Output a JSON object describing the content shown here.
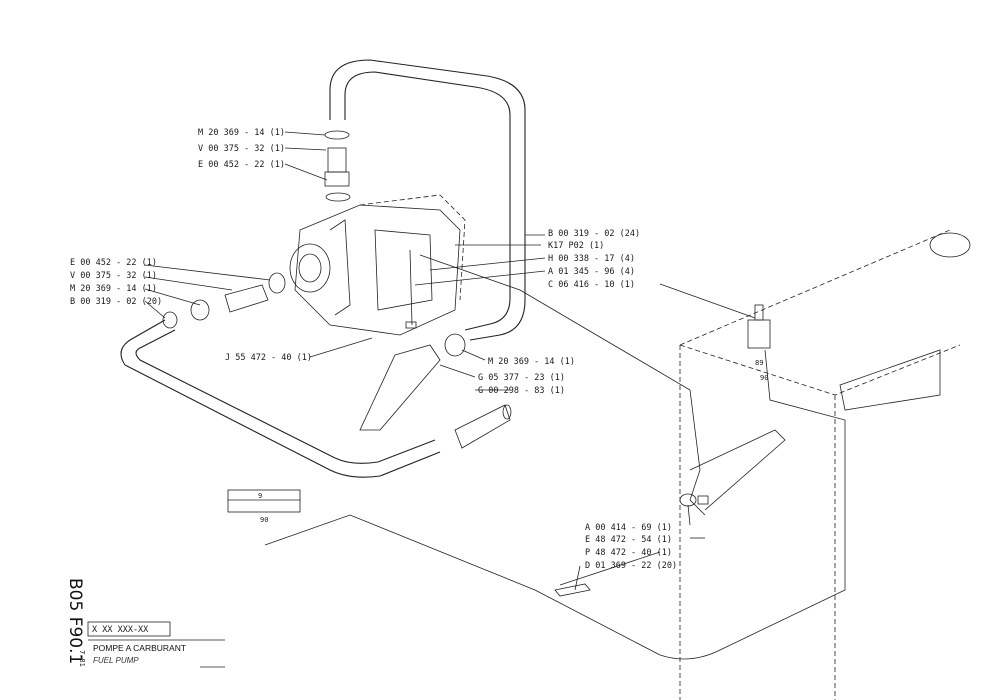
{
  "labels_left_top": [
    "M 20 369 - 14 (1)",
    "V 00 375 - 32 (1)",
    "E 00 452 - 22 (1)"
  ],
  "labels_left_mid": [
    "E 00 452 - 22 (1)",
    "V 00 375 - 32 (1)",
    "M 20 369 - 14 (1)",
    "B 00 319 - 02 (20)"
  ],
  "label_j": "J 55 472 - 40 (1)",
  "labels_right": [
    "B 00 319 - 02 (24)",
    "K17   P02 (1)",
    "H 00 338 - 17 (4)",
    "A 01 345 - 96 (4)",
    "C 06 416 - 10 (1)"
  ],
  "labels_right_mid": [
    "M 20 369 - 14 (1)",
    "G 05 377 - 23 (1)",
    "G 00 298 - 83 (1)"
  ],
  "labels_bottom": [
    "A 00 414 - 69 (1)",
    "E 48 472 - 54 (1)",
    "P 48 472 - 40 (1)",
    "D 01 369 - 22 (20)"
  ],
  "small_box": {
    "top": "9",
    "bottom": "90"
  },
  "switch_labels": [
    "89",
    "90"
  ],
  "doc_code": "B05 F90.1",
  "part_number_box": "X XX XXX-XX",
  "date": "7-81",
  "title_fr": "POMPE A CARBURANT",
  "title_en": "FUEL PUMP"
}
